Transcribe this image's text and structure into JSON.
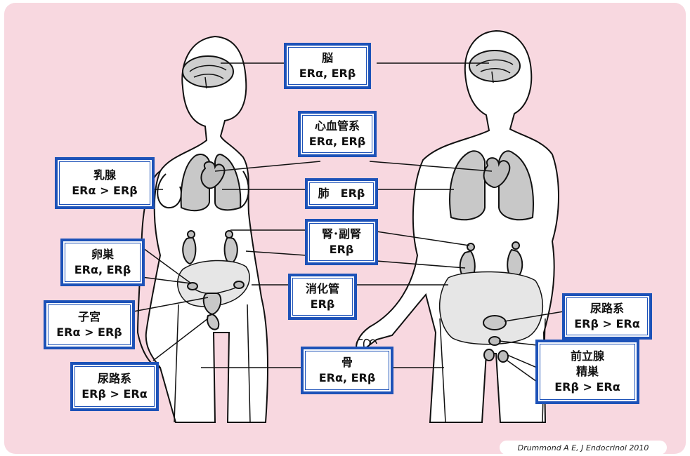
{
  "colors": {
    "background": "#f8d8e0",
    "border": "#1d52b8",
    "organ_fill": "#c8c8c8",
    "outline": "#111111"
  },
  "labels": {
    "brain": {
      "lines": [
        "脳",
        "ERα, ERβ"
      ]
    },
    "cardio": {
      "lines": [
        "心血管系",
        "ERα, ERβ"
      ]
    },
    "breast": {
      "lines": [
        "乳腺",
        "ERα > ERβ"
      ]
    },
    "lung": {
      "lines": [
        "肺　ERβ"
      ]
    },
    "kidney": {
      "lines": [
        "腎･副腎",
        "ERβ"
      ]
    },
    "ovary": {
      "lines": [
        "卵巣",
        "ERα, ERβ"
      ]
    },
    "gut": {
      "lines": [
        "消化管",
        "ERβ"
      ]
    },
    "uterus": {
      "lines": [
        "子宮",
        "ERα > ERβ"
      ]
    },
    "urinary_female": {
      "lines": [
        "尿路系",
        "ERβ > ERα"
      ]
    },
    "bone": {
      "lines": [
        "骨",
        "ERα, ERβ"
      ]
    },
    "urinary_male": {
      "lines": [
        "尿路系",
        "ERβ > ERα"
      ]
    },
    "prostate": {
      "lines": [
        "前立腺",
        "精巣",
        "ERβ > ERα"
      ]
    }
  },
  "citation": "Drummond A E,  J Endocrinol 2010"
}
